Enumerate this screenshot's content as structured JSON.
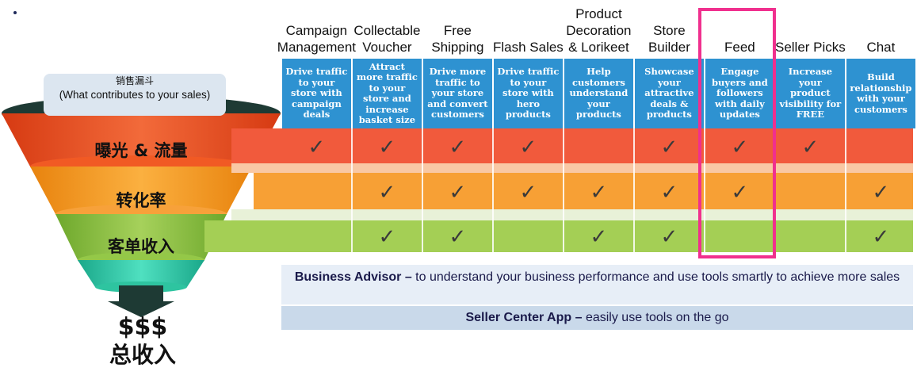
{
  "funnel": {
    "top_label_zh": "销售漏斗",
    "top_label_en": "(What contributes to your sales)",
    "stages": [
      "曝光 & 流量",
      "转化率",
      "客单收入"
    ],
    "result_symbol": "$$$",
    "result_label": "总收入",
    "colors": [
      "#f04e23",
      "#f7941d",
      "#8dc63f",
      "#2ec4a0"
    ]
  },
  "columns": [
    {
      "name": "Campaign Management",
      "desc": "Drive traffic to your store with campaign deals",
      "checks": [
        true,
        false,
        false
      ]
    },
    {
      "name": "Collectable Voucher",
      "desc": "Attract more traffic to your store and increase basket size",
      "checks": [
        true,
        true,
        true
      ]
    },
    {
      "name": "Free Shipping",
      "desc": "Drive more traffic to your store and convert customers",
      "checks": [
        true,
        true,
        true
      ]
    },
    {
      "name": "Flash Sales",
      "desc": "Drive traffic to your store with hero products",
      "checks": [
        true,
        true,
        false
      ]
    },
    {
      "name": "Product Decoration & Lorikeet",
      "desc": "Help customers understand your products",
      "checks": [
        false,
        true,
        true
      ]
    },
    {
      "name": "Store Builder",
      "desc": "Showcase your attractive deals & products",
      "checks": [
        true,
        true,
        true
      ]
    },
    {
      "name": "Feed",
      "desc": "Engage buyers and followers with daily updates",
      "checks": [
        true,
        true,
        false
      ]
    },
    {
      "name": "Seller Picks",
      "desc": "Increase your product visibility for FREE",
      "checks": [
        true,
        false,
        false
      ]
    },
    {
      "name": "Chat",
      "desc": "Build relationship with your customers",
      "checks": [
        false,
        true,
        true
      ]
    }
  ],
  "check_symbol": "✓",
  "business_advisor": {
    "title": "Business Advisor –",
    "text": " to understand your business performance and use tools smartly to achieve more sales"
  },
  "seller_center": {
    "title": "Seller Center App –",
    "text": " easily use tools on the go"
  },
  "highlight_color": "#f0308e",
  "desc_color": "#2e92d1"
}
